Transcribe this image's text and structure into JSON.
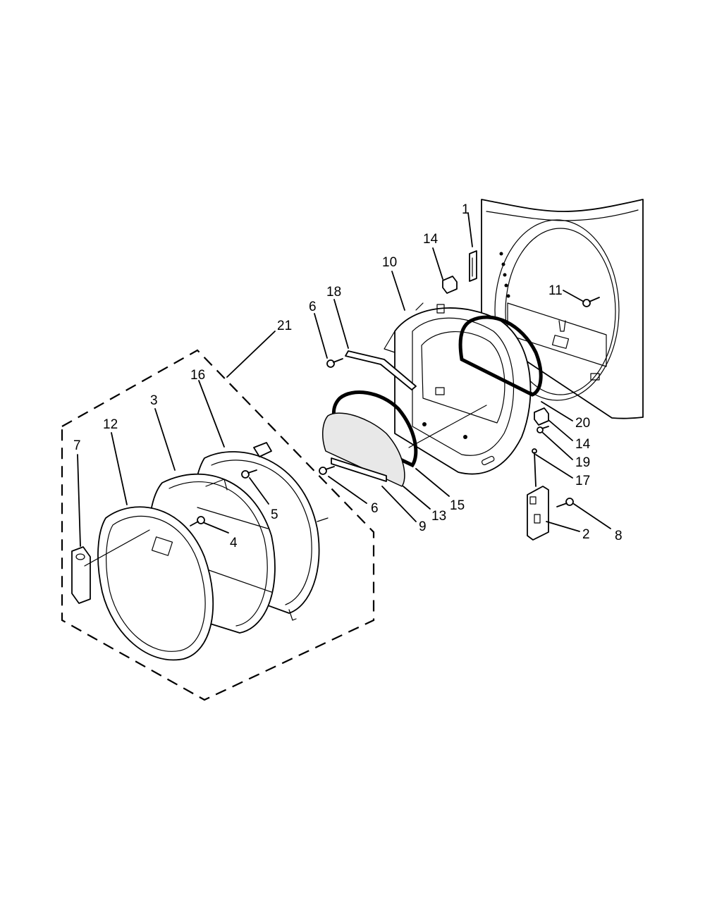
{
  "callouts": [
    {
      "id": "c1",
      "label": "1"
    },
    {
      "id": "c14a",
      "label": "14"
    },
    {
      "id": "c10",
      "label": "10"
    },
    {
      "id": "c18",
      "label": "18"
    },
    {
      "id": "c6a",
      "label": "6"
    },
    {
      "id": "c11",
      "label": "11"
    },
    {
      "id": "c21",
      "label": "21"
    },
    {
      "id": "c16",
      "label": "16"
    },
    {
      "id": "c3",
      "label": "3"
    },
    {
      "id": "c12",
      "label": "12"
    },
    {
      "id": "c7",
      "label": "7"
    },
    {
      "id": "c5",
      "label": "5"
    },
    {
      "id": "c4",
      "label": "4"
    },
    {
      "id": "c6b",
      "label": "6"
    },
    {
      "id": "c9",
      "label": "9"
    },
    {
      "id": "c13",
      "label": "13"
    },
    {
      "id": "c15",
      "label": "15"
    },
    {
      "id": "c20",
      "label": "20"
    },
    {
      "id": "c14b",
      "label": "14"
    },
    {
      "id": "c19",
      "label": "19"
    },
    {
      "id": "c17",
      "label": "17"
    },
    {
      "id": "c8",
      "label": "8"
    },
    {
      "id": "c2",
      "label": "2"
    }
  ]
}
